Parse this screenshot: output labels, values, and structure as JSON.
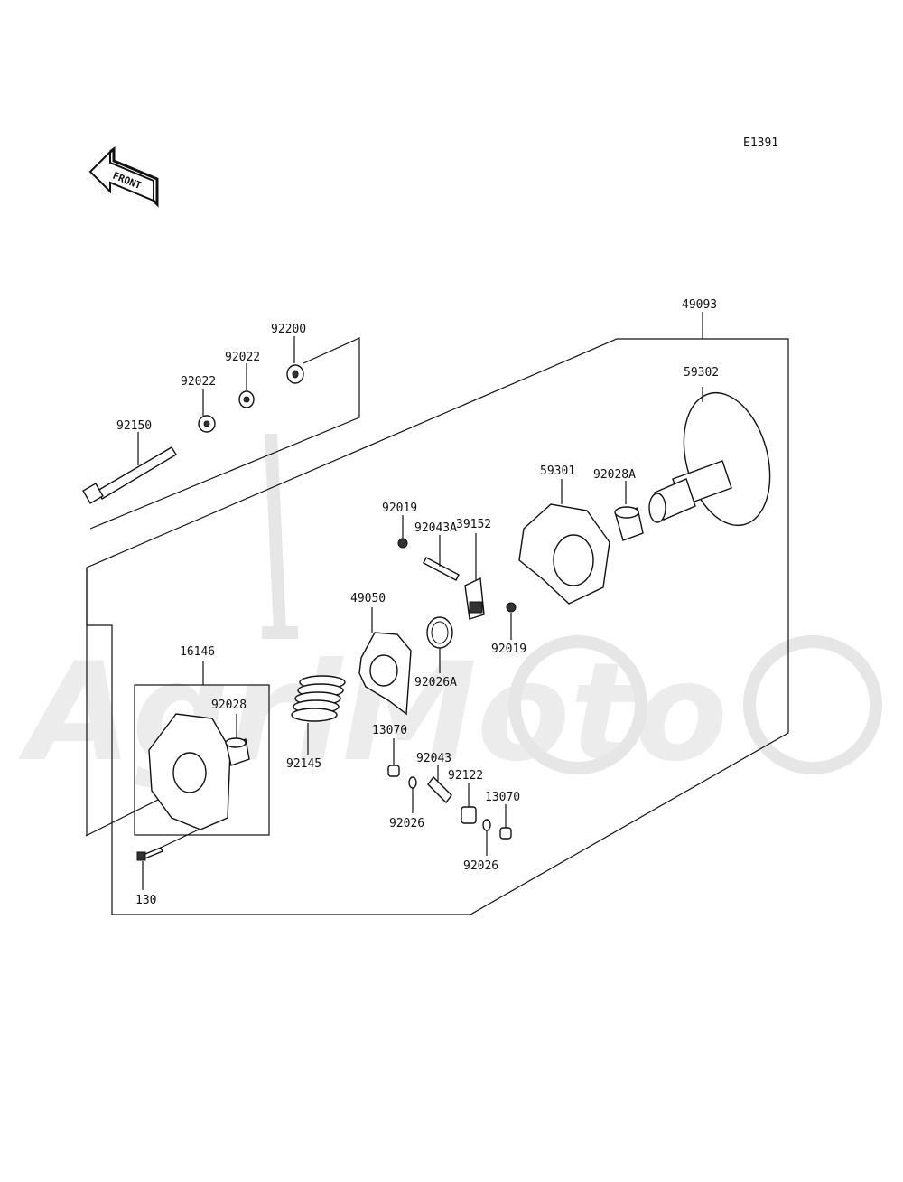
{
  "diagram_code": "E1391",
  "front_arrow": {
    "label": "FRONT",
    "icon": "front-arrow-icon"
  },
  "watermark": "AgriMoto",
  "parts": {
    "p49093": "49093",
    "p59302": "59302",
    "p59301": "59301",
    "p92028A": "92028A",
    "p92200": "92200",
    "p92022a": "92022",
    "p92022b": "92022",
    "p92150": "92150",
    "p92019a": "92019",
    "p92043A": "92043A",
    "p39152": "39152",
    "p92019b": "92019",
    "p49050": "49050",
    "p92026A": "92026A",
    "p16146": "16146",
    "p92028": "92028",
    "p92145": "92145",
    "p13070a": "13070",
    "p92043": "92043",
    "p92122": "92122",
    "p13070b": "13070",
    "p92026a": "92026",
    "p92026b": "92026",
    "p130": "130"
  }
}
